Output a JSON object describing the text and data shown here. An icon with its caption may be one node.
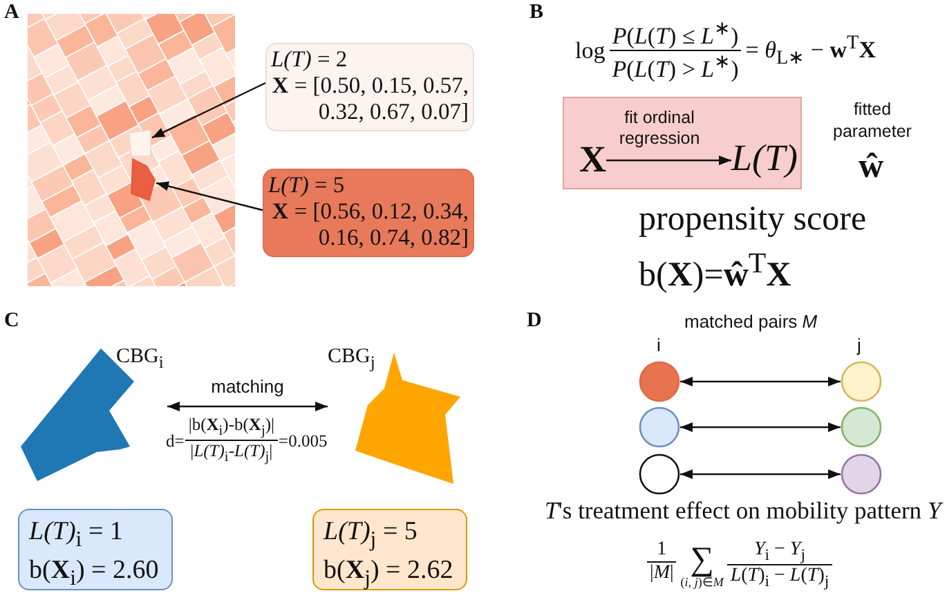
{
  "diagram": {
    "nodes": [
      {
        "text": [
          "*L(T)* = 2",
          "**X** = [0.50, 0.15, 0.57, 0.32, 0.67, 0.07]"
        ]
      },
      {
        "text": [],
        "shape": "polygon"
      },
      {
        "text": [
          "*L(T)* = 5",
          "**X** = [0.56, 0.12, 0.34, 0.16, 0.74, 0.82]"
        ]
      },
      {
        "text": [],
        "shape": "polygon"
      },
      {
        "text": [],
        "shape": "box"
      },
      {
        "text": [
          "X"
        ],
        "in": 4
      },
      {
        "text": [
          "L(T)"
        ],
        "in": 4
      },
      {
        "text": [
          "CBG$_{i}$"
        ]
      },
      {
        "text": [
          "CBG$_{j}$"
        ]
      },
      {
        "text": [
          "*L(T)*$_{i}$ = 1",
          "b(**X**$_{i}$) = 2.60"
        ]
      },
      {
        "text": [
          "*L(T)*$_{j}$ = 5",
          "b(**X**$_{j}$) = 2.62"
        ]
      },
      {
        "text": [],
        "shape": "circle"
      },
      {
        "text": [],
        "shape": "circle"
      },
      {
        "text": [],
        "shape": "circle"
      },
      {
        "text": [],
        "shape": "circle"
      },
      {
        "text": [],
        "shape": "circle"
      },
      {
        "text": [],
        "shape": "circle"
      }
    ],
    "edges": [
      {
        "from": 0,
        "to": 1,
        "arrow": "to"
      },
      {
        "from": 2,
        "to": 3,
        "arrow": "to"
      },
      {
        "from": 5,
        "to": 6,
        "arrow": "to",
        "label": "fit ordinal regression"
      },
      {
        "from": 7,
        "to": 8,
        "arrow": "both",
        "label": "matching"
      },
      {
        "from": 11,
        "to": 12,
        "arrow": "both"
      },
      {
        "from": 13,
        "to": 14,
        "arrow": "both"
      },
      {
        "from": 15,
        "to": 16,
        "arrow": "both"
      }
    ],
    "labels": [
      "A",
      "B",
      "log",
      "*P*(*L*(*T*) ≤ *L*$^{∗}$)",
      "*P*(*L*(*T*) > *L*$^{∗}$)",
      "= *θ*$_{L∗}$ − **w**$^{T}$**X**",
      "fitted parameter",
      "ŵ",
      "propensity score",
      "b(**X**)=**ŵ**$^{T}$**X**",
      "C",
      "d=",
      "|b(**X**$_{i}$)-b(**X**$_{j}$)|",
      "|*L(T)*$_{i}$-*L(T)*$_{j}$|",
      "=0.005",
      "D",
      "matched pairs *M*",
      "i",
      "j",
      "*T*'s treatment effect on mobility pattern *Y*",
      "1",
      "|*M*|",
      "∑",
      "(*i*, *j*)∈*M*",
      "*Y*$_{i}$ − *Y*$_{j}$",
      "*L*(*T*)$_{i}$ − *L*(*T*)$_{j}$"
    ]
  }
}
